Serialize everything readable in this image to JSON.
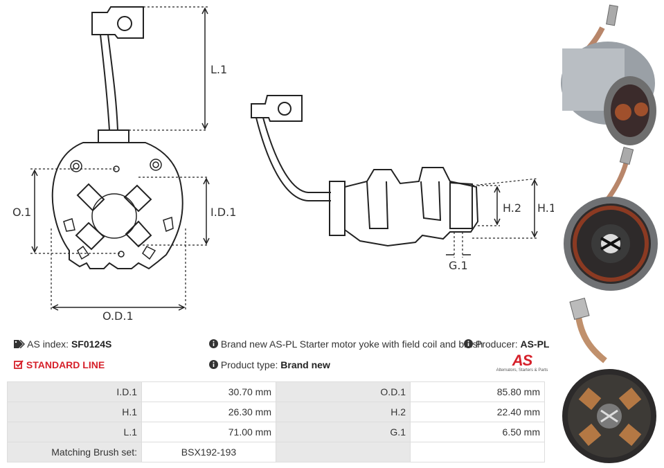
{
  "diagram": {
    "labels": {
      "l1": "L.1",
      "o1": "O.1",
      "id1": "I.D.1",
      "od1": "O.D.1",
      "h1": "H.1",
      "h2": "H.2",
      "g1": "G.1"
    }
  },
  "info": {
    "as_index_label": "AS index:",
    "as_index_value": "SF0124S",
    "description_text": "Brand new AS-PL Starter motor yoke with field coil and brush",
    "producer_label": "Producer:",
    "producer_value": "AS-PL",
    "standard_line": "STANDARD LINE",
    "product_type_label": "Product type:",
    "product_type_value": "Brand new"
  },
  "logo": {
    "mark": "AS",
    "tagline": "Alternators, Starters & Parts"
  },
  "specs": {
    "rows": [
      {
        "k1": "I.D.1",
        "v1": "30.70 mm",
        "k2": "O.D.1",
        "v2": "85.80 mm"
      },
      {
        "k1": "H.1",
        "v1": "26.30 mm",
        "k2": "H.2",
        "v2": "22.40 mm"
      },
      {
        "k1": "L.1",
        "v1": "71.00 mm",
        "k2": "G.1",
        "v2": "6.50 mm"
      },
      {
        "k1": "Matching Brush set:",
        "v1": "BSX192-193",
        "k2": "",
        "v2": ""
      }
    ]
  },
  "colors": {
    "accent": "#d6202a",
    "table_key_bg": "#e8e8e8"
  }
}
